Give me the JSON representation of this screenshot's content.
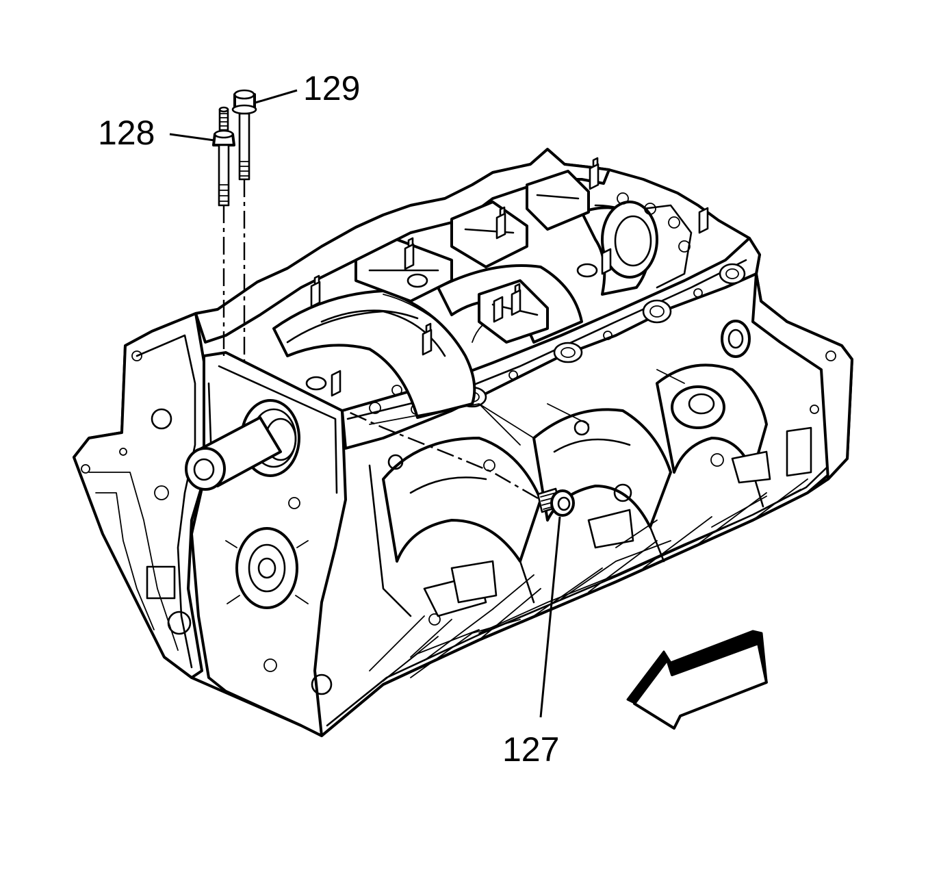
{
  "diagram": {
    "callouts": [
      {
        "id": "c127",
        "label": "127"
      },
      {
        "id": "c128",
        "label": "128"
      },
      {
        "id": "c129",
        "label": "129"
      }
    ]
  }
}
